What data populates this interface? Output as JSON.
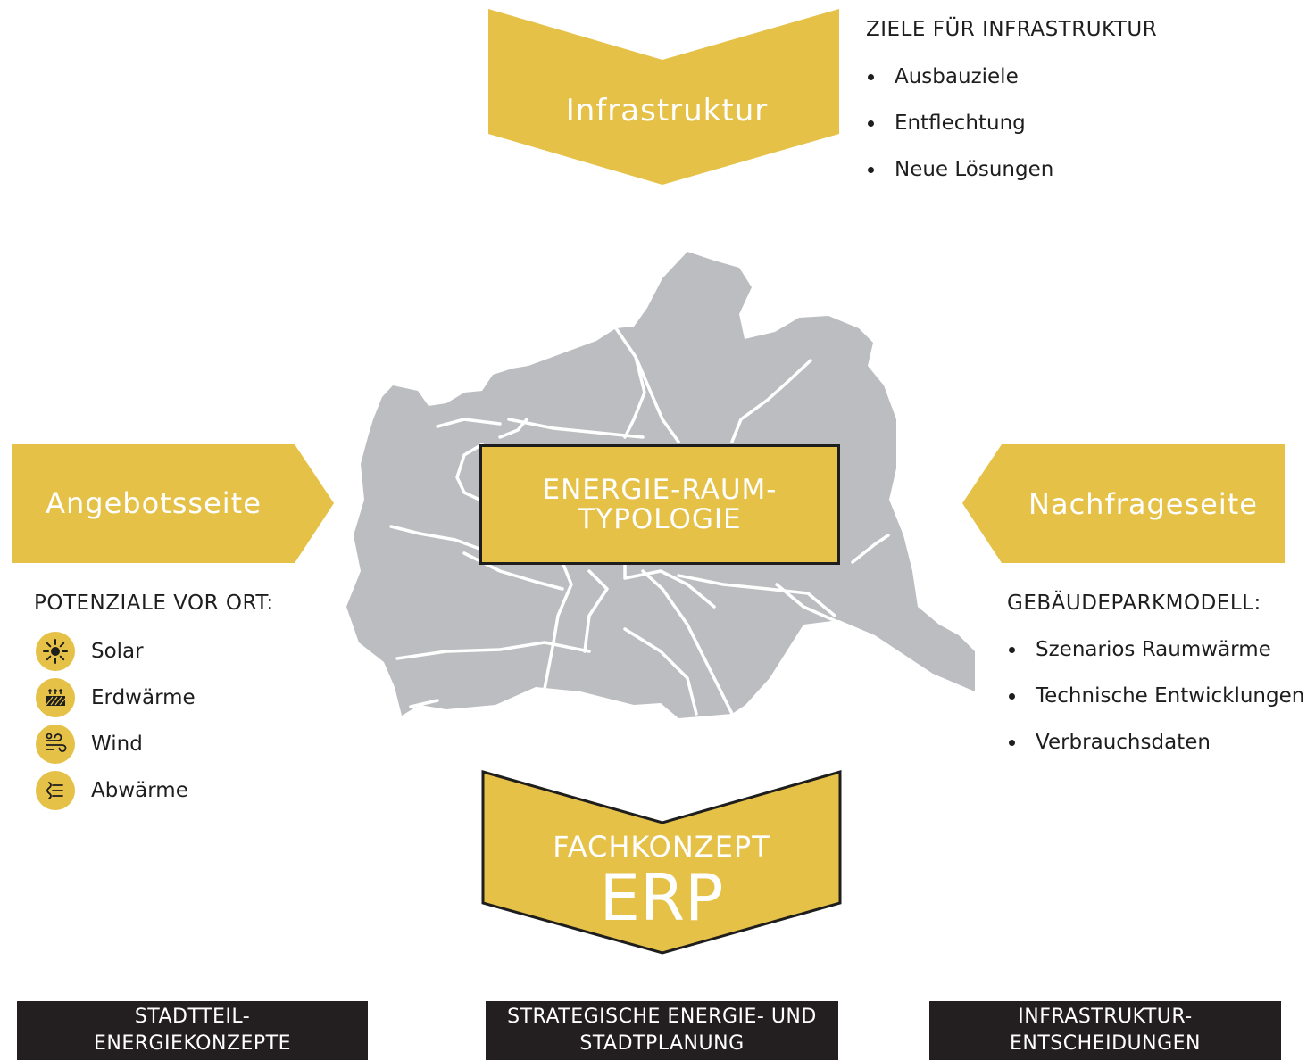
{
  "colors": {
    "accent": "#e6c148",
    "map_fill": "#bcbdc0",
    "dark": "#231f20",
    "text": "#1e1e1e"
  },
  "top_arrow": {
    "label": "Infrastruktur"
  },
  "infra_goals": {
    "heading": "ZIELE FÜR INFRASTRUKTUR",
    "items": [
      "Ausbauziele",
      "Entflechtung",
      "Neue Lösungen"
    ]
  },
  "left_arrow": {
    "label": "Angebotsseite"
  },
  "right_arrow": {
    "label": "Nachfrageseite"
  },
  "center_box": {
    "line1": "ENERGIE-RAUM-",
    "line2": "TYPOLOGIE"
  },
  "potentials": {
    "heading": "POTENZIALE VOR ORT:",
    "items": [
      {
        "label": "Solar",
        "icon": "sun-icon"
      },
      {
        "label": "Erdwärme",
        "icon": "geothermal-icon"
      },
      {
        "label": "Wind",
        "icon": "wind-icon"
      },
      {
        "label": "Abwärme",
        "icon": "waste-heat-icon"
      }
    ]
  },
  "building_model": {
    "heading": "GEBÄUDEPARKMODELL:",
    "items": [
      "Szenarios Raumwärme",
      "Technische Entwicklungen",
      "Verbrauchsdaten"
    ]
  },
  "bottom_arrow": {
    "line1": "FACHKONZEPT",
    "line2": "ERP"
  },
  "outputs": [
    {
      "line1": "STADTTEIL-",
      "line2": "ENERGIEKONZEPTE"
    },
    {
      "line1": "STRATEGISCHE ENERGIE- UND",
      "line2": "STADTPLANUNG"
    },
    {
      "line1": "INFRASTRUKTUR-",
      "line2": "ENTSCHEIDUNGEN"
    }
  ]
}
